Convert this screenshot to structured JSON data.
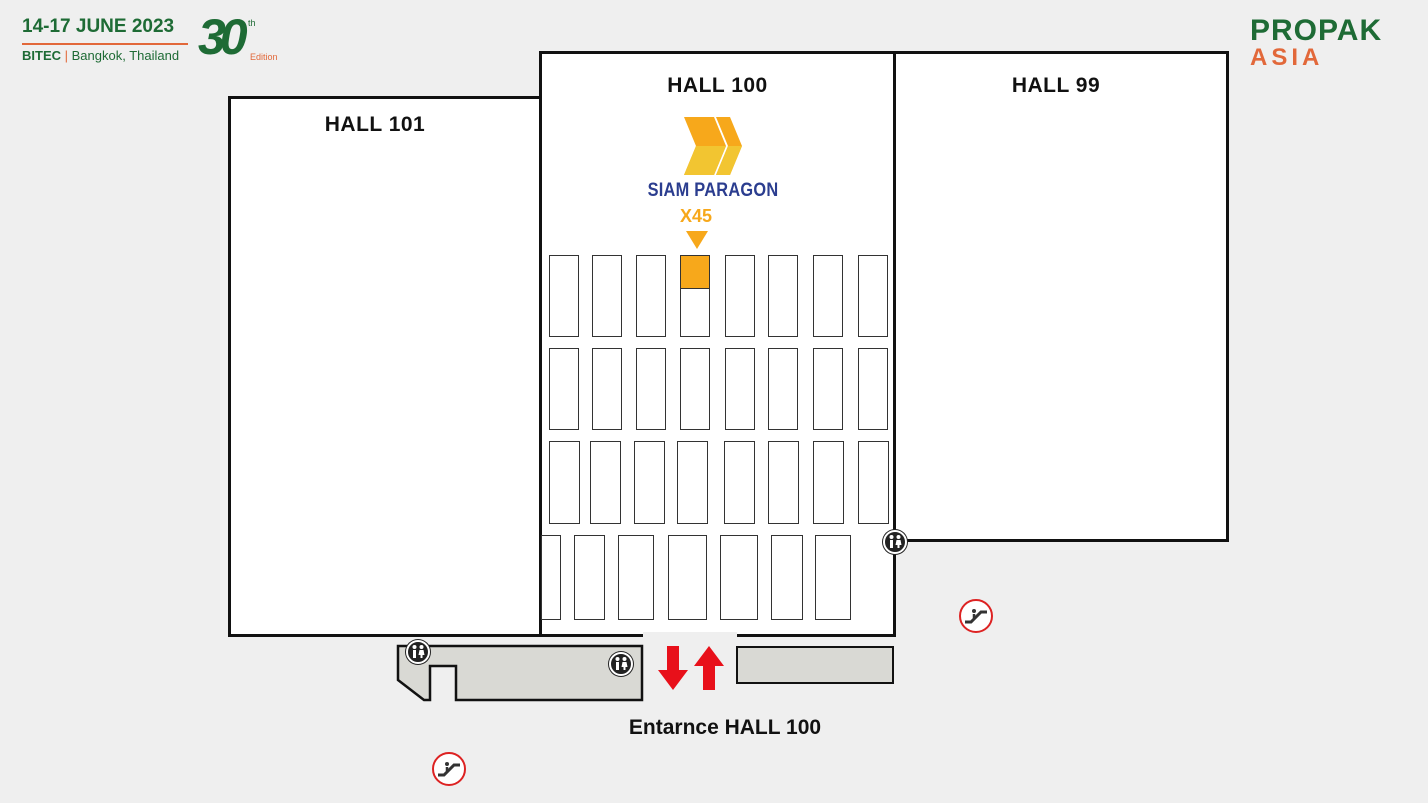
{
  "event": {
    "dates": "14-17 JUNE 2023",
    "venue": "BITEC",
    "venue_city": "Bangkok, Thailand",
    "edition_number": "30",
    "edition_suffix": "th",
    "edition_word": "Edition"
  },
  "brand": {
    "line1": "PROPAK",
    "line2": "ASIA",
    "green": "#1e6b35",
    "orange": "#e2683a"
  },
  "halls": {
    "hall_101": "HALL 101",
    "hall_100": "HALL 100",
    "hall_99": "HALL 99"
  },
  "exhibitor": {
    "name": "SIAM PARAGON",
    "booth": "X45",
    "logo_color": "#f7a81b",
    "name_color": "#2b3d8f"
  },
  "entrance_label": "Entarnce HALL 100",
  "icons": {
    "restroom": "restroom-icon",
    "escalator": "escalator-icon",
    "entry_arrow": "down-arrow-icon",
    "exit_arrow": "up-arrow-icon"
  },
  "colors": {
    "highlight_booth": "#f7a81b",
    "arrow_red": "#e8101a",
    "service_area": "#d9d9d4"
  }
}
